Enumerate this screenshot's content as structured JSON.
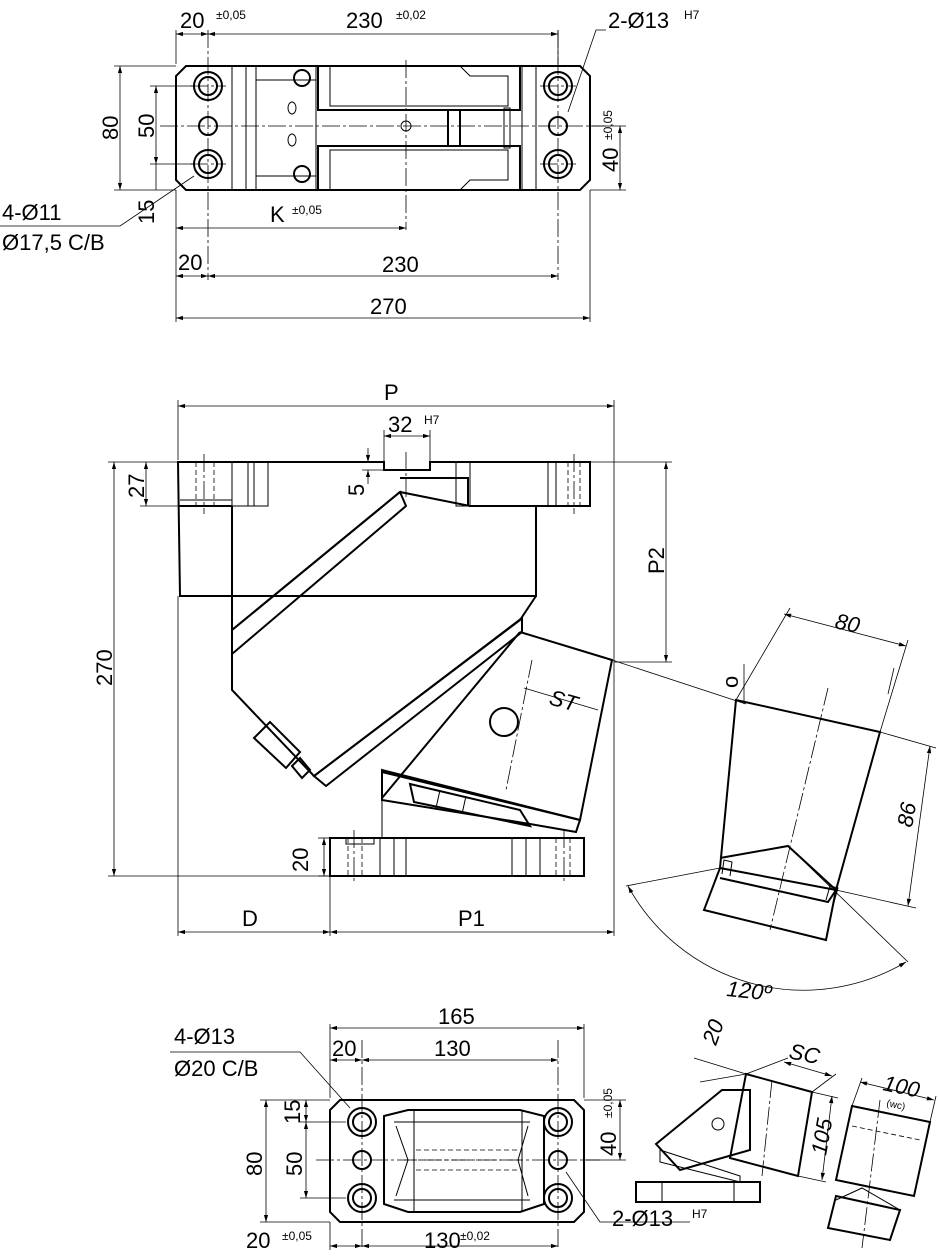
{
  "top_view": {
    "dim_20_a": "20",
    "tol_20_a": "±0,05",
    "dim_230_a": "230",
    "tol_230_a": "±0,02",
    "holes_2": "2-Ø13",
    "holes_2_fit": "H7",
    "dim_80": "80",
    "dim_50": "50",
    "dim_40": "40",
    "tol_40": "±0,05",
    "dim_15": "15",
    "holes_4": "4-Ø11",
    "counterbore": "Ø17,5 C/B",
    "dim_K": "K",
    "tol_K": "±0,05",
    "dim_20_b": "20",
    "dim_230_b": "230",
    "dim_270": "270"
  },
  "side_view": {
    "dim_P": "P",
    "dim_32": "32",
    "fit_32": "H7",
    "dim_5": "5",
    "dim_27": "27",
    "dim_270": "270",
    "dim_P2": "P2",
    "dim_o": "o",
    "dim_ST": "ST",
    "dim_20": "20",
    "dim_D": "D",
    "dim_P1": "P1"
  },
  "detail_view": {
    "dim_80": "80",
    "dim_86": "86",
    "angle": "120º"
  },
  "bottom_view": {
    "dim_165": "165",
    "holes_4": "4-Ø13",
    "counterbore": "Ø20 C/B",
    "dim_20": "20",
    "dim_130": "130",
    "dim_15": "15",
    "dim_80": "80",
    "dim_50": "50",
    "dim_40": "40",
    "tol_40": "±0,05",
    "dim_20_b": "20",
    "tol_20_b": "±0,05",
    "dim_130_b": "130",
    "tol_130_b": "±0,02",
    "holes_2": "2-Ø13",
    "holes_2_fit": "H7"
  },
  "small_views": {
    "dim_20": "20",
    "dim_SC": "SC",
    "dim_105": "105",
    "dim_100": "100",
    "wc": "(wc)"
  }
}
